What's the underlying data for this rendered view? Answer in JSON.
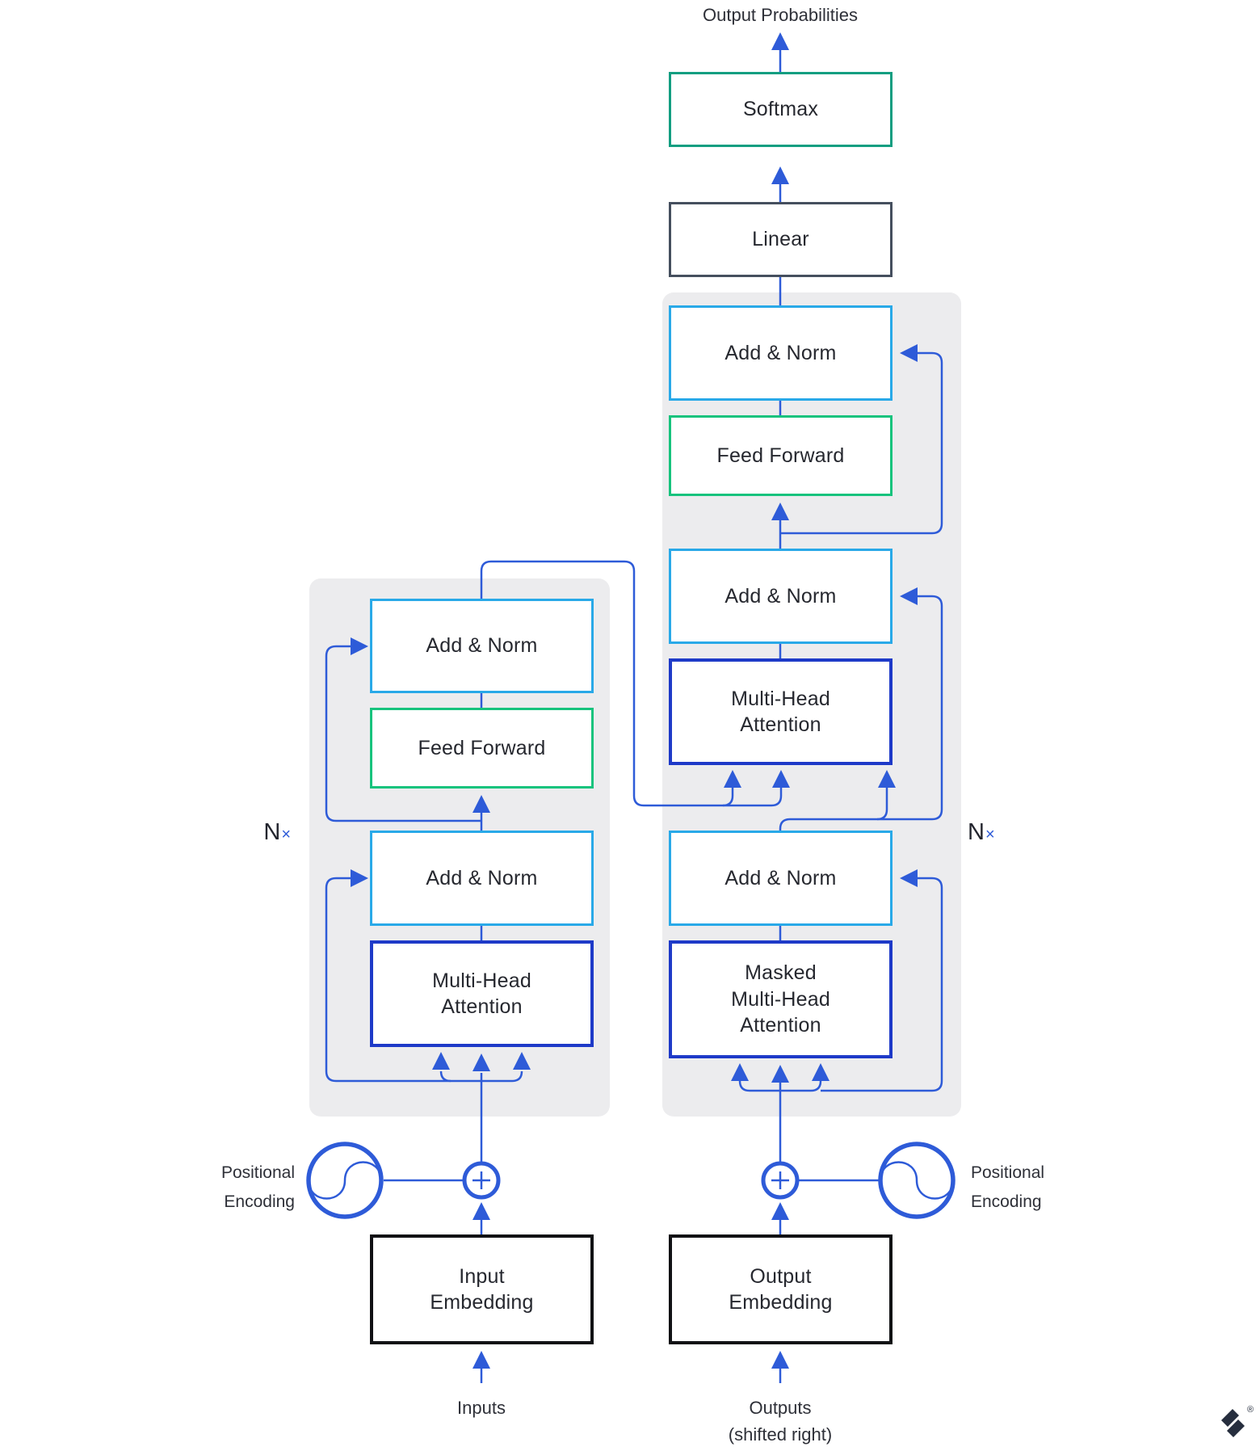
{
  "diagram": {
    "output_probabilities": "Output Probabilities",
    "inputs_caption": "Inputs",
    "outputs_caption": "Outputs\n(shifted right)",
    "positional_encoding_left": "Positional\nEncoding",
    "positional_encoding_right": "Positional\nEncoding",
    "n_label": "N",
    "times_label": "×"
  },
  "encoder": {
    "add_norm_top": "Add & Norm",
    "feed_forward": "Feed Forward",
    "add_norm_bottom": "Add & Norm",
    "multi_head_attention": "Multi-Head\nAttention",
    "embedding": "Input\nEmbedding"
  },
  "decoder": {
    "softmax": "Softmax",
    "linear": "Linear",
    "add_norm_top": "Add & Norm",
    "feed_forward": "Feed Forward",
    "add_norm_mid": "Add & Norm",
    "multi_head_attention": "Multi-Head\nAttention",
    "add_norm_bottom": "Add & Norm",
    "masked_multi_head_attention": "Masked\nMulti-Head\nAttention",
    "embedding": "Output\nEmbedding"
  },
  "colors": {
    "wire_blue": "#2e5bd8",
    "add_norm_border": "#29a9e8",
    "feed_forward_border": "#17c37d",
    "softmax_border": "#139e81",
    "linear_border": "#454f5e",
    "attention_border": "#1e3ac8",
    "embedding_border": "#101114",
    "panel_gray": "#ececee",
    "logo_navy": "#262e3e"
  }
}
